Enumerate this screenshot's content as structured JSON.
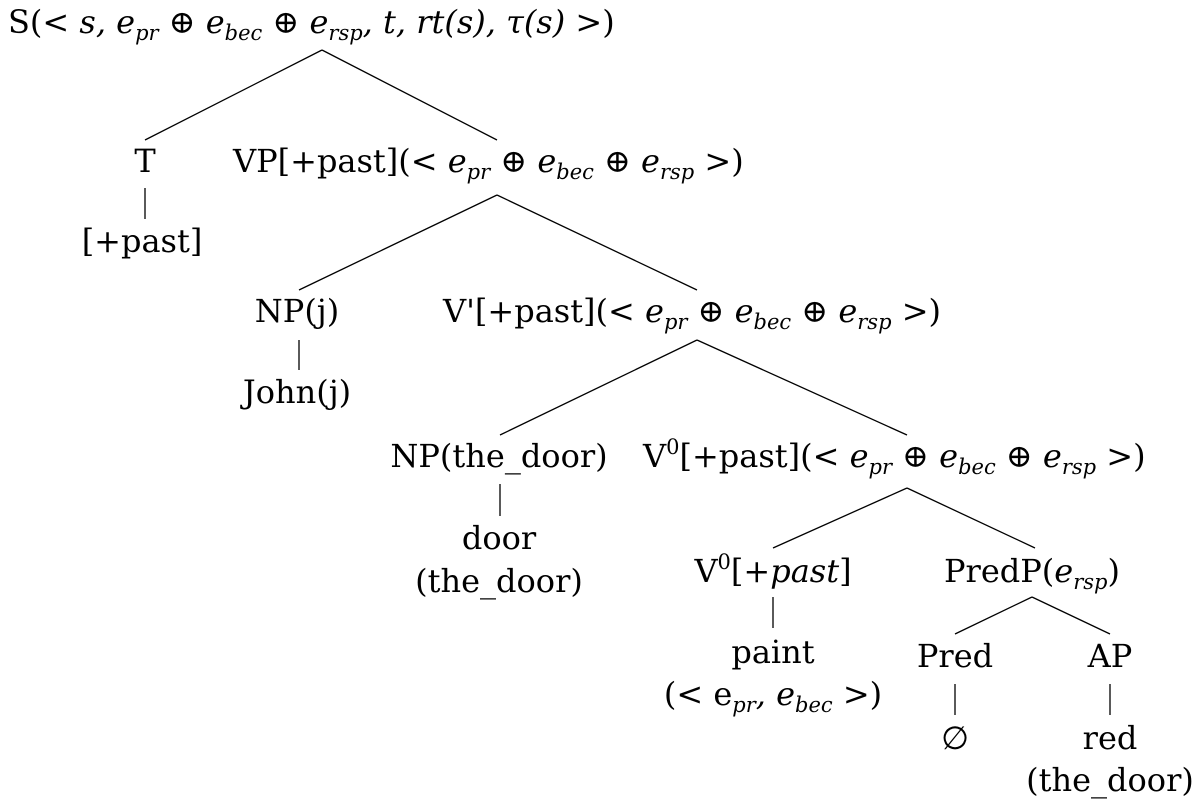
{
  "nodes": {
    "s": {
      "label": "S(",
      "arg_a": "< s, e",
      "arg_a_sub": "pr",
      "arg_b": " ⊕ e",
      "arg_b_sub": "bec",
      "arg_c": " ⊕ e",
      "arg_c_sub": "rsp",
      "arg_d": ", t, rt(s), τ(s) >",
      "close": ")"
    },
    "t": {
      "label": "T",
      "child": "[+past]"
    },
    "vp": {
      "label": "VP[+past](",
      "arg_a": "< e",
      "arg_a_sub": "pr",
      "arg_b": " ⊕ e",
      "arg_b_sub": "bec",
      "arg_c": " ⊕ e",
      "arg_c_sub": "rsp",
      "arg_d": " >",
      "close": ")"
    },
    "np_subj": {
      "label": "NP(j)",
      "child": "John(j)"
    },
    "vbar": {
      "label": "V'[+past](",
      "arg_a": "< e",
      "arg_a_sub": "pr",
      "arg_b": " ⊕ e",
      "arg_b_sub": "bec",
      "arg_c": " ⊕ e",
      "arg_c_sub": "rsp",
      "arg_d": " >",
      "close": ")"
    },
    "np_obj": {
      "label": "NP(the_door)",
      "child_line1": "door",
      "child_line2": "(the_door)"
    },
    "v0_outer": {
      "label": "V",
      "sup": "0",
      "rest": "[+past](",
      "arg_a": "< e",
      "arg_a_sub": "pr",
      "arg_b": " ⊕ e",
      "arg_b_sub": "bec",
      "arg_c": " ⊕ e",
      "arg_c_sub": "rsp",
      "arg_d": " >",
      "close": ")"
    },
    "v0_inner": {
      "label": "V",
      "sup": "0",
      "open": "[+",
      "feature": "past",
      "close": "]",
      "child_line1": "paint",
      "child_line2_a": "(< e",
      "child_line2_a_sub": "pr",
      "child_line2_b": ", e",
      "child_line2_b_sub": "bec",
      "child_line2_c": " >)"
    },
    "predp": {
      "label": "PredP(",
      "arg": "e",
      "arg_sub": "rsp",
      "close": ")"
    },
    "pred": {
      "label": "Pred",
      "child": "∅"
    },
    "ap": {
      "label": "AP",
      "child_line1": "red",
      "child_line2": "(the_door)"
    }
  }
}
